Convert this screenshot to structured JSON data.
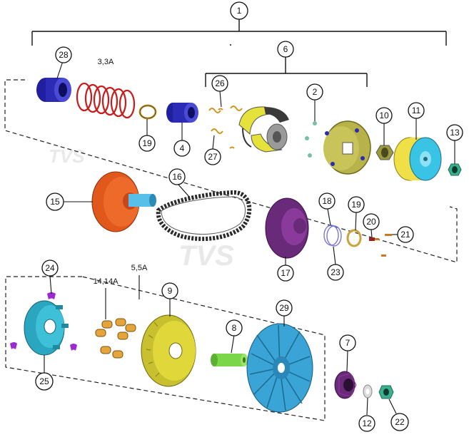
{
  "diagram": {
    "callouts": {
      "c1": "1",
      "c2": "2",
      "c4": "4",
      "c6": "6",
      "c7": "7",
      "c8": "8",
      "c9": "9",
      "c10": "10",
      "c11": "11",
      "c12": "12",
      "c13": "13",
      "c15": "15",
      "c16": "16",
      "c17": "17",
      "c18": "18",
      "c19a": "19",
      "c19b": "19",
      "c20": "20",
      "c21": "21",
      "c22": "22",
      "c23": "23",
      "c24": "24",
      "c25": "25",
      "c26": "26",
      "c27": "27",
      "c28": "28",
      "c29": "29"
    },
    "labels": {
      "spring_set": "3,3A",
      "roller_set": "14,14A",
      "slider_set": "5,5A"
    },
    "watermark": "TVS",
    "colors": {
      "bearing_blue": "#2b2bb5",
      "spring_red": "#c81c1c",
      "clutch_yellow": "#e6e23c",
      "clutch_plate_olive": "#b7b34a",
      "housing_yellow": "#f0e048",
      "housing_cyan": "#39c4e6",
      "pulley_orange": "#e0581c",
      "shaft_cyan": "#58bfe8",
      "belt_dark": "#2a2a2a",
      "pulley_purple": "#6a2a7a",
      "ramp_plate_teal": "#2aa6c0",
      "slider_purple": "#9a2bd0",
      "roller_gold": "#e4a63a",
      "fan_pulley_yellow": "#e0d83a",
      "collar_green": "#7cd64a",
      "fan_blue": "#3aa4d6",
      "nut_teal": "#3ab08e"
    }
  }
}
